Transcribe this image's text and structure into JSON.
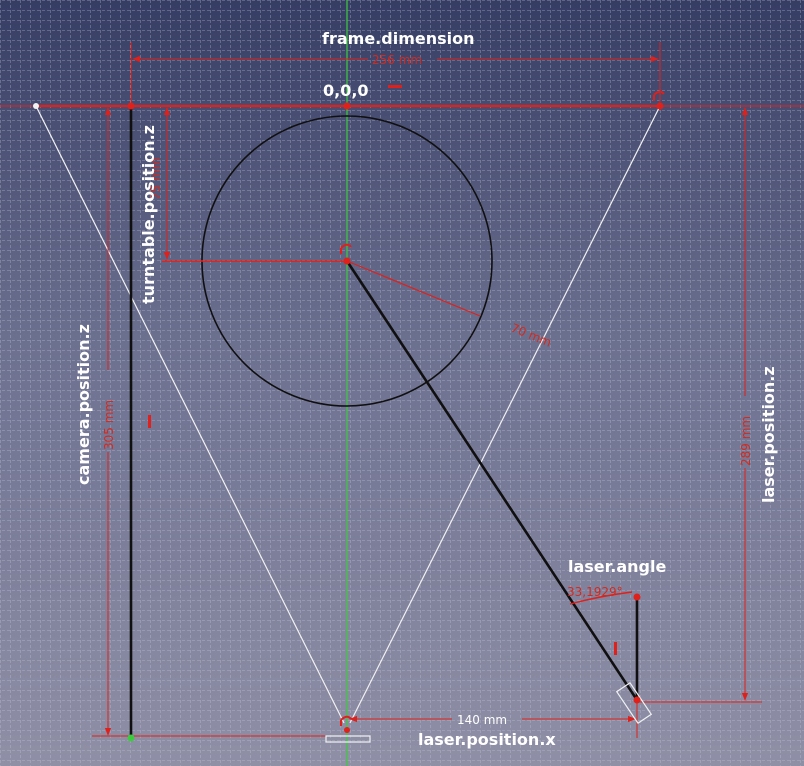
{
  "colors": {
    "grid": "#c8cbe0",
    "constraint": "#e0201a",
    "geometry": "#101010",
    "construction": "#f2f2f2",
    "label": "#ffffff",
    "y_axis": "#3ccb3c",
    "dimension_text": "#d42a1e"
  },
  "labels": {
    "frame_dimension": "frame.dimension",
    "origin": "0,0,0",
    "turntable_position_z": "turntable.position.z",
    "camera_position_z": "camera.position.z",
    "laser_position_z": "laser.position.z",
    "laser_angle": "laser.angle",
    "laser_position_x": "laser.position.x"
  },
  "dimensions": {
    "frame_width": "256 mm",
    "turntable_z": "75 mm",
    "turntable_radius": "70 mm",
    "camera_z": "305 mm",
    "laser_z": "289 mm",
    "laser_angle": "33,1929°",
    "laser_x": "140 mm"
  },
  "icons": [
    "coincident-constraint-icon",
    "horizontal-constraint-icon",
    "vertical-constraint-icon",
    "origin-point-icon"
  ]
}
